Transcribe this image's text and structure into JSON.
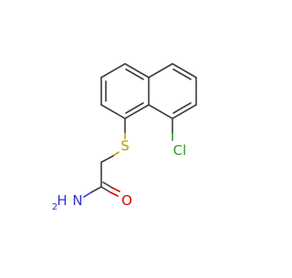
{
  "molecule": {
    "atom_labels": {
      "sulfur": "S",
      "chlorine": "Cl",
      "oxygen": "O",
      "nitrogen": "N",
      "hydrogen_on_n": "H",
      "hydrogen_subscript": "2"
    },
    "colors": {
      "bond": "#3c3c3c",
      "sulfur": "#b8a000",
      "chlorine": "#2aa02a",
      "oxygen": "#e00000",
      "nitrogen": "#2f2fd8"
    }
  }
}
